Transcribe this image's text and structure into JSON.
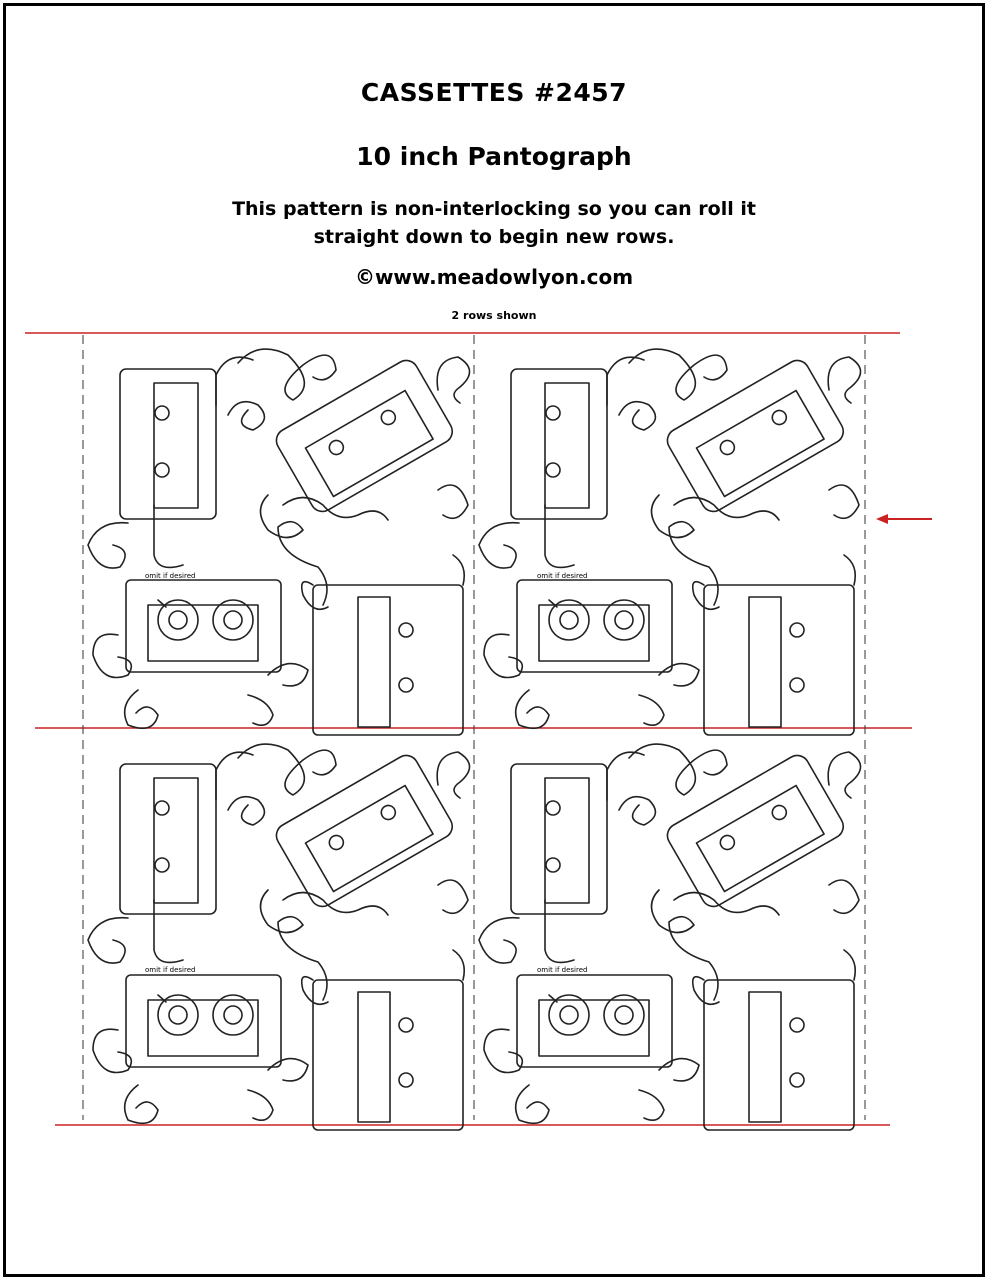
{
  "header": {
    "title": "CASSETTES #2457",
    "subtitle": "10 inch Pantograph",
    "description_line1": "This pattern is non-interlocking so you can roll it",
    "description_line2": "straight down to begin new rows.",
    "copyright": "©www.meadowlyon.com",
    "rows_note": "2 rows shown"
  },
  "pattern": {
    "omit_note": "omit if desired",
    "row_line_color": "#cc2222",
    "ink_color": "#222222"
  }
}
